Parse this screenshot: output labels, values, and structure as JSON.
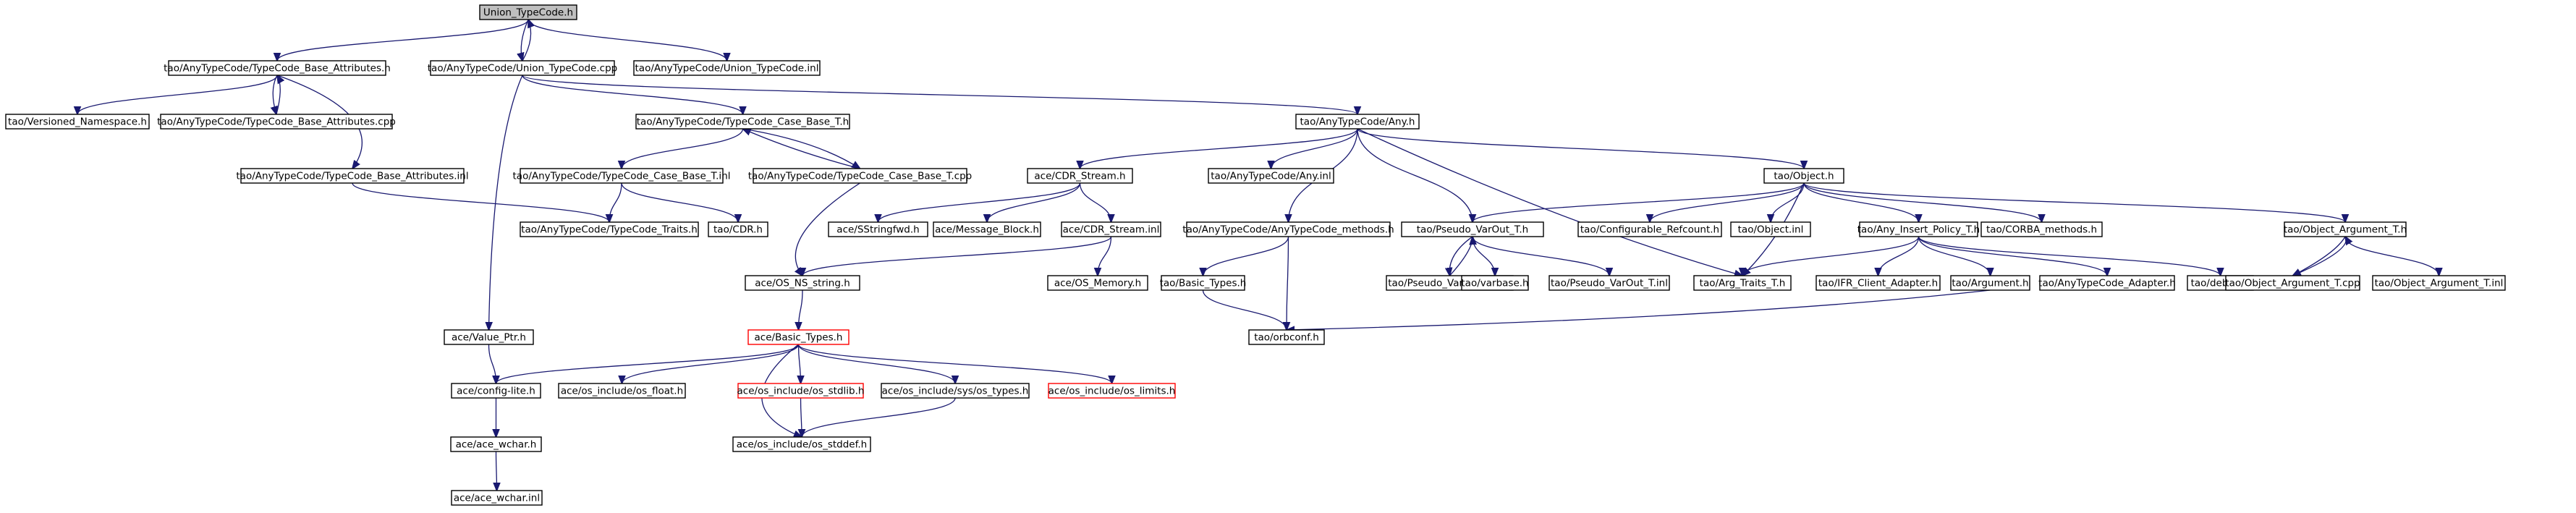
{
  "graph": {
    "root": "Union_TypeCode.h",
    "nodes": {
      "n0": "Union_TypeCode.h",
      "n1": "tao/AnyTypeCode/TypeCode_Base_Attributes.h",
      "n2": "tao/AnyTypeCode/Union_TypeCode.cpp",
      "n3": "tao/AnyTypeCode/Union_TypeCode.inl",
      "n4": "tao/Versioned_Namespace.h",
      "n5": "tao/AnyTypeCode/TypeCode_Base_Attributes.cpp",
      "n6": "tao/AnyTypeCode/TypeCode_Base_Attributes.inl",
      "n7": "tao/AnyTypeCode/TypeCode_Traits.h",
      "n8": "tao/AnyTypeCode/TypeCode_Case_Base_T.h",
      "n9": "tao/AnyTypeCode/TypeCode_Case_Base_T.inl",
      "n10": "tao/AnyTypeCode/TypeCode_Case_Base_T.cpp",
      "n11": "tao/CDR.h",
      "n12": "tao/AnyTypeCode/Any.h",
      "n13": "ace/CDR_Stream.h",
      "n14": "tao/AnyTypeCode/Any.inl",
      "n15": "tao/AnyTypeCode/AnyTypeCode_methods.h",
      "n16": "tao/Pseudo_VarOut_T.h",
      "n17": "tao/Object.h",
      "n18": "ace/SStringfwd.h",
      "n19": "ace/Message_Block.h",
      "n20": "ace/CDR_Stream.inl",
      "n21": "ace/OS_NS_string.h",
      "n22": "ace/OS_Memory.h",
      "n23": "tao/Basic_Types.h",
      "n24": "tao/orbconf.h",
      "n25": "tao/Pseudo_VarOut_T.cpp",
      "n26": "tao/varbase.h",
      "n27": "tao/Pseudo_VarOut_T.inl",
      "n28": "tao/Arg_Traits_T.h",
      "n29": "tao/Configurable_Refcount.h",
      "n30": "tao/Object.inl",
      "n31": "tao/Any_Insert_Policy_T.h",
      "n32": "tao/CORBA_methods.h",
      "n33": "tao/Object_Argument_T.h",
      "n34": "tao/IFR_Client_Adapter.h",
      "n35": "tao/Argument.h",
      "n36": "tao/AnyTypeCode_Adapter.h",
      "n37": "tao/debug.h",
      "n38": "tao/Object_Argument_T.cpp",
      "n39": "tao/Object_Argument_T.inl",
      "n40": "ace/Value_Ptr.h",
      "n41": "ace/Basic_Types.h",
      "n42": "ace/config-lite.h",
      "n43": "ace/os_include/os_float.h",
      "n44": "ace/os_include/os_stdlib.h",
      "n45": "ace/os_include/sys/os_types.h",
      "n46": "ace/os_include/os_limits.h",
      "n47": "ace/os_include/os_stddef.h",
      "n48": "ace/ace_wchar.h",
      "n49": "ace/ace_wchar.inl"
    },
    "red_nodes": [
      "n41",
      "n44",
      "n46"
    ],
    "colors": {
      "edge": "#191970",
      "node_border": "#000000",
      "root_fill": "#bfbfbf",
      "incomplete_border": "#ff0000"
    }
  }
}
